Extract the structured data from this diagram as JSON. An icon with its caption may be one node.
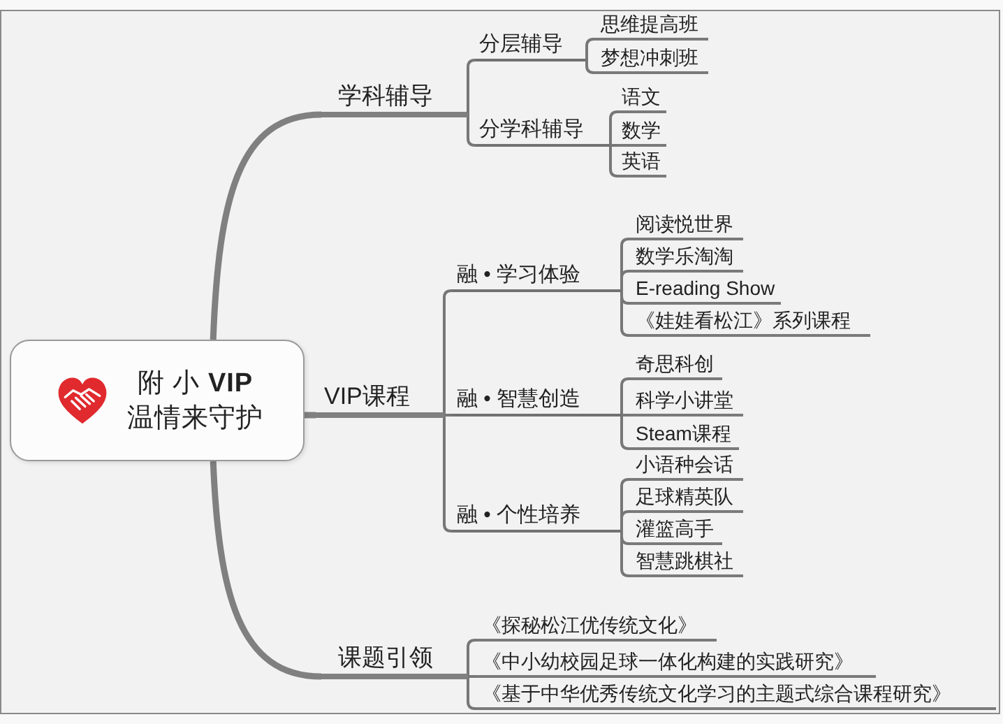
{
  "diagram": {
    "nodes": [
      {
        "text": [
          "附 小 **VIP**",
          "温情来守护"
        ]
      },
      {
        "text": [
          "学科辅导"
        ]
      },
      {
        "text": [
          "分层辅导"
        ]
      },
      {
        "text": [
          "思维提高班"
        ]
      },
      {
        "text": [
          "梦想冲刺班"
        ]
      },
      {
        "text": [
          "分学科辅导"
        ]
      },
      {
        "text": [
          "语文"
        ]
      },
      {
        "text": [
          "数学"
        ]
      },
      {
        "text": [
          "英语"
        ]
      },
      {
        "text": [
          "VIP课程"
        ]
      },
      {
        "text": [
          "融 • 学习体验"
        ]
      },
      {
        "text": [
          "阅读悦世界"
        ]
      },
      {
        "text": [
          "数学乐淘淘"
        ]
      },
      {
        "text": [
          "E-reading Show"
        ]
      },
      {
        "text": [
          "《娃娃看松江》系列课程"
        ]
      },
      {
        "text": [
          "融 • 智慧创造"
        ]
      },
      {
        "text": [
          "奇思科创"
        ]
      },
      {
        "text": [
          "科学小讲堂"
        ]
      },
      {
        "text": [
          "Steam课程"
        ]
      },
      {
        "text": [
          "融 • 个性培养"
        ]
      },
      {
        "text": [
          "小语种会话"
        ]
      },
      {
        "text": [
          "足球精英队"
        ]
      },
      {
        "text": [
          "灌篮高手"
        ]
      },
      {
        "text": [
          "智慧跳棋社"
        ]
      },
      {
        "text": [
          "课题引领"
        ]
      },
      {
        "text": [
          "《探秘松江优传统文化》"
        ]
      },
      {
        "text": [
          "《中小幼校园足球一体化构建的实践研究》"
        ]
      },
      {
        "text": [
          "《基于中华优秀传统文化学习的主题式综合课程研究》"
        ]
      }
    ],
    "edges": [
      {
        "from": 0,
        "to": 1,
        "arrow": "none",
        "style": "thick"
      },
      {
        "from": 0,
        "to": 9,
        "arrow": "none",
        "style": "thick"
      },
      {
        "from": 0,
        "to": 24,
        "arrow": "none",
        "style": "thick"
      },
      {
        "from": 1,
        "to": 2,
        "arrow": "none"
      },
      {
        "from": 1,
        "to": 5,
        "arrow": "none"
      },
      {
        "from": 2,
        "to": 3,
        "arrow": "none"
      },
      {
        "from": 2,
        "to": 4,
        "arrow": "none"
      },
      {
        "from": 5,
        "to": 6,
        "arrow": "none"
      },
      {
        "from": 5,
        "to": 7,
        "arrow": "none"
      },
      {
        "from": 5,
        "to": 8,
        "arrow": "none"
      },
      {
        "from": 9,
        "to": 10,
        "arrow": "none"
      },
      {
        "from": 9,
        "to": 15,
        "arrow": "none"
      },
      {
        "from": 9,
        "to": 19,
        "arrow": "none"
      },
      {
        "from": 10,
        "to": 11,
        "arrow": "none"
      },
      {
        "from": 10,
        "to": 12,
        "arrow": "none"
      },
      {
        "from": 10,
        "to": 13,
        "arrow": "none"
      },
      {
        "from": 10,
        "to": 14,
        "arrow": "none"
      },
      {
        "from": 15,
        "to": 16,
        "arrow": "none"
      },
      {
        "from": 15,
        "to": 17,
        "arrow": "none"
      },
      {
        "from": 15,
        "to": 18,
        "arrow": "none"
      },
      {
        "from": 19,
        "to": 20,
        "arrow": "none"
      },
      {
        "from": 19,
        "to": 21,
        "arrow": "none"
      },
      {
        "from": 19,
        "to": 22,
        "arrow": "none"
      },
      {
        "from": 19,
        "to": 23,
        "arrow": "none"
      },
      {
        "from": 24,
        "to": 25,
        "arrow": "none"
      },
      {
        "from": 24,
        "to": 26,
        "arrow": "none"
      },
      {
        "from": 24,
        "to": 27,
        "arrow": "none"
      }
    ]
  }
}
